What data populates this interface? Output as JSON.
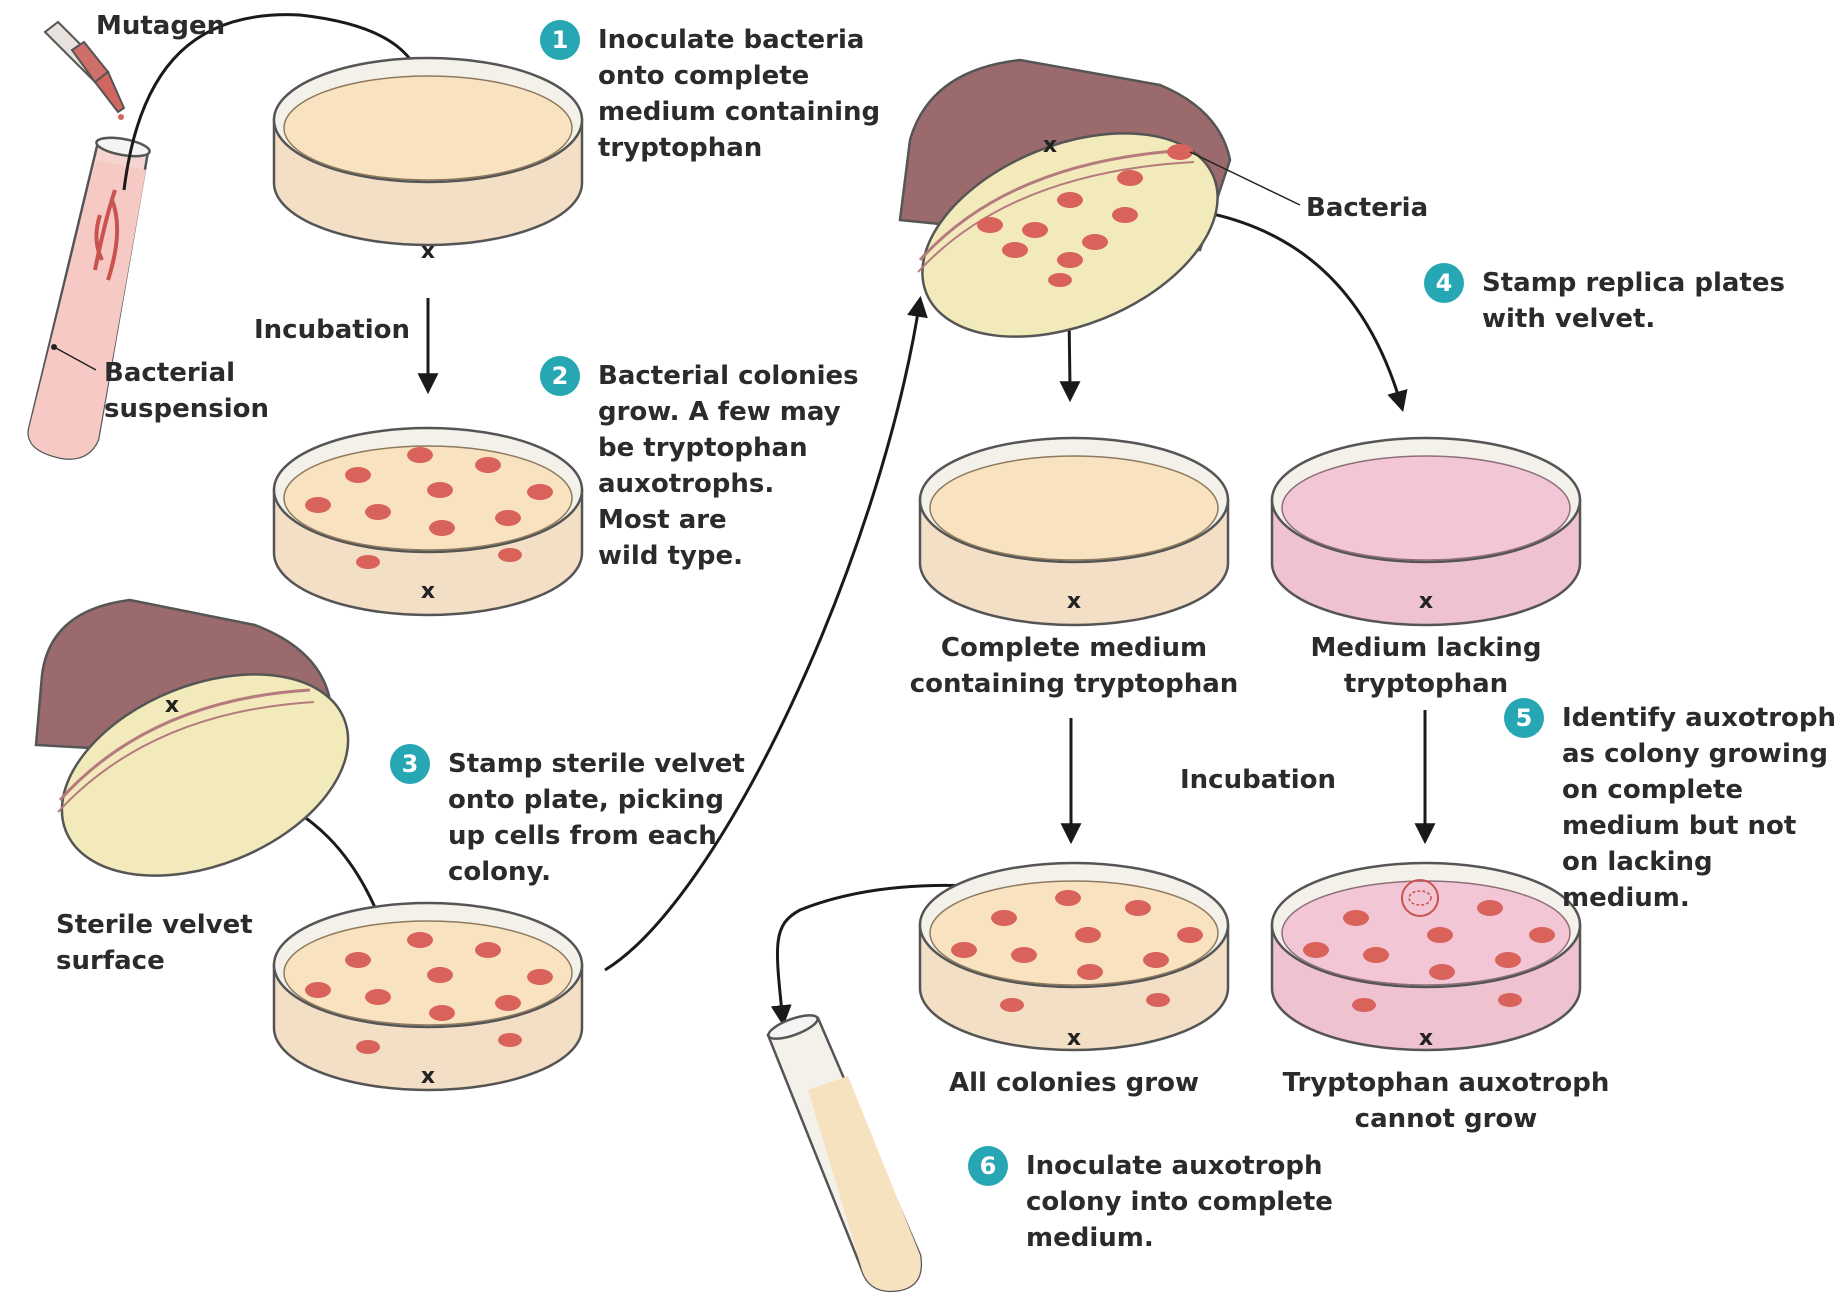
{
  "labels": {
    "mutagen": "Mutagen",
    "bacterial_suspension": "Bacterial\nsuspension",
    "incubation_1": "Incubation",
    "sterile_velvet": "Sterile velvet\nsurface",
    "bacteria": "Bacteria",
    "complete_medium": "Complete medium\ncontaining tryptophan",
    "medium_lacking": "Medium lacking\ntryptophan",
    "incubation_2": "Incubation",
    "all_colonies": "All colonies grow",
    "auxotroph_cannot": "Tryptophan auxotroph\ncannot grow",
    "plate_mark": "x"
  },
  "steps": [
    {
      "number": "1",
      "text": "Inoculate bacteria\nonto complete\nmedium containing\ntryptophan"
    },
    {
      "number": "2",
      "text": "Bacterial colonies\ngrow. A few may\nbe tryptophan\nauxotrophs.\nMost are\nwild type."
    },
    {
      "number": "3",
      "text": "Stamp sterile velvet\nonto plate, picking\nup cells from each\ncolony."
    },
    {
      "number": "4",
      "text": "Stamp replica plates\nwith velvet."
    },
    {
      "number": "5",
      "text": "Identify auxotroph\nas colony growing\non complete\nmedium but not\non lacking medium."
    },
    {
      "number": "6",
      "text": "Inoculate auxotroph\ncolony into complete\nmedium."
    }
  ],
  "colors": {
    "badge": "#27a6b4",
    "complete_medium": "#f8e2c0",
    "lacking_medium": "#f3c6d6",
    "colony": "#d9625a",
    "velvet": "#f2eaba",
    "velvet_handle": "#9b6a6d",
    "tube_liquid": "#f6c9c4",
    "arrow": "#1a1a1a"
  }
}
